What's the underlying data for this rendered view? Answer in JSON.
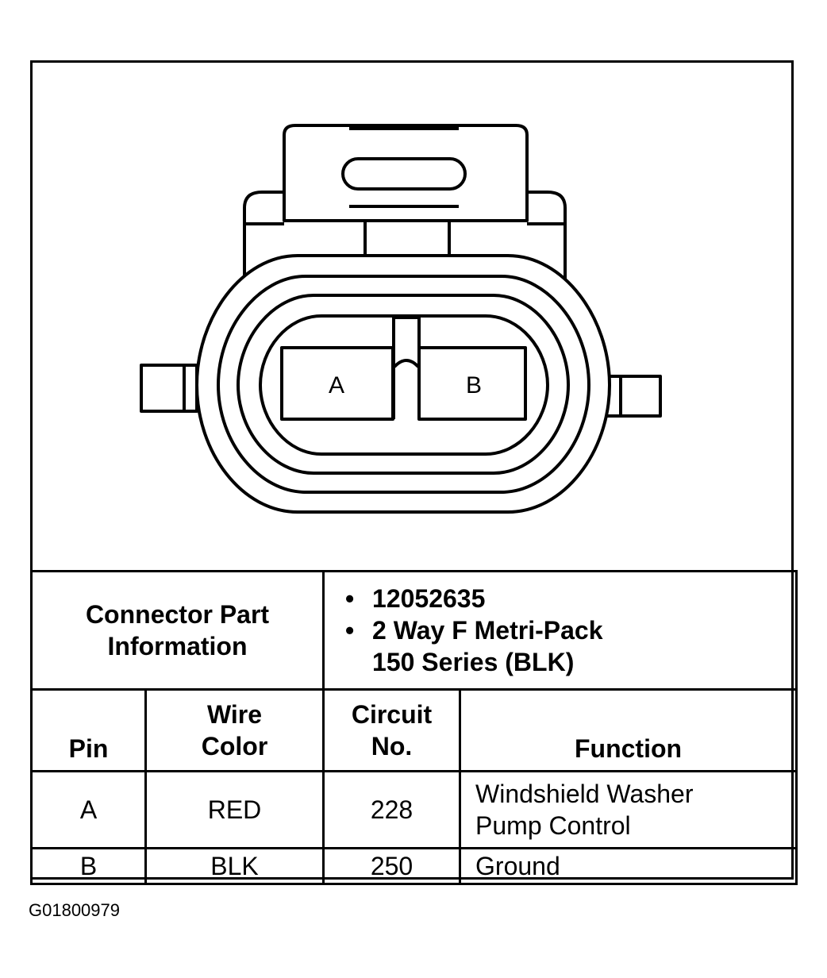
{
  "diagram": {
    "cavity_labels": [
      "A",
      "B"
    ]
  },
  "connector_info": {
    "label": "Connector Part Information",
    "items": [
      "12052635",
      "2 Way F Metri-Pack 150 Series (BLK)"
    ]
  },
  "table": {
    "headers": {
      "pin": "Pin",
      "wire_color": "Wire Color",
      "circuit": "Circuit No.",
      "function": "Function"
    },
    "rows": [
      {
        "pin": "A",
        "wire_color": "RED",
        "circuit": "228",
        "function": "Windshield Washer Pump Control"
      },
      {
        "pin": "B",
        "wire_color": "BLK",
        "circuit": "250",
        "function": "Ground"
      }
    ]
  },
  "figure_id": "G01800979"
}
